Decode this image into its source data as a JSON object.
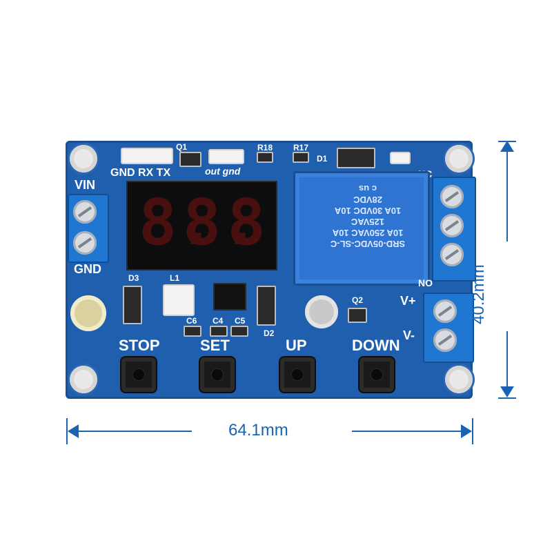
{
  "image": {
    "colors": {
      "pcb_blue": "#1f5fae",
      "dimension_blue": "#1a63b0",
      "silkscreen": "#ffffff"
    }
  },
  "board": {
    "labels": {
      "vin": "VIN",
      "gnd_left": "GND",
      "header": "GND RX TX",
      "q1": "Q1",
      "out_gnd": "out gnd",
      "r18": "R18",
      "r17": "R17",
      "d1": "D1",
      "nc": "NC",
      "no": "NO",
      "v_plus": "V+",
      "v_minus": "V-",
      "d3": "D3",
      "l1": "L1",
      "d2": "D2",
      "c6": "C6",
      "c4": "C4",
      "c5": "C5",
      "q2": "Q2",
      "stop": "STOP",
      "set": "SET",
      "up": "UP",
      "down": "DOWN"
    },
    "display": {
      "digits": [
        "8.",
        "8.",
        "8"
      ]
    },
    "relay": {
      "text_lines": [
        "SRD-05VDC-SL-C",
        "10A 250VAC 10A 125VAC",
        "10A 30VDC 10A 28VDC",
        "c us"
      ]
    }
  },
  "dimensions": {
    "height": "40.2mm",
    "width": "64.1mm"
  }
}
